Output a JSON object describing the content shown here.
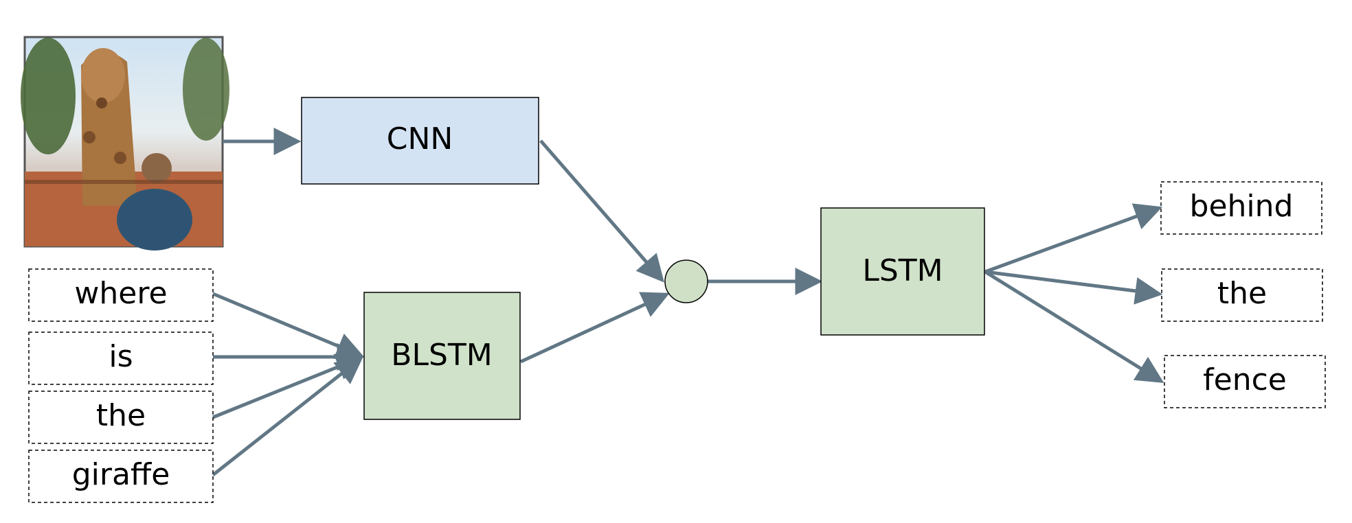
{
  "nodes": {
    "cnn": {
      "label": "CNN",
      "fill": "#d4e3f4"
    },
    "blstm": {
      "label": "BLSTM",
      "fill": "#d0e2c9"
    },
    "lstm": {
      "label": "LSTM",
      "fill": "#d0e2c9"
    },
    "merge": {
      "fill": "#cfe0c6"
    }
  },
  "input_words": [
    "where",
    "is",
    "the",
    "giraffe"
  ],
  "output_words": [
    "behind",
    "the",
    "fence"
  ],
  "colors": {
    "edge": "#617785",
    "box_border": "#000000"
  }
}
